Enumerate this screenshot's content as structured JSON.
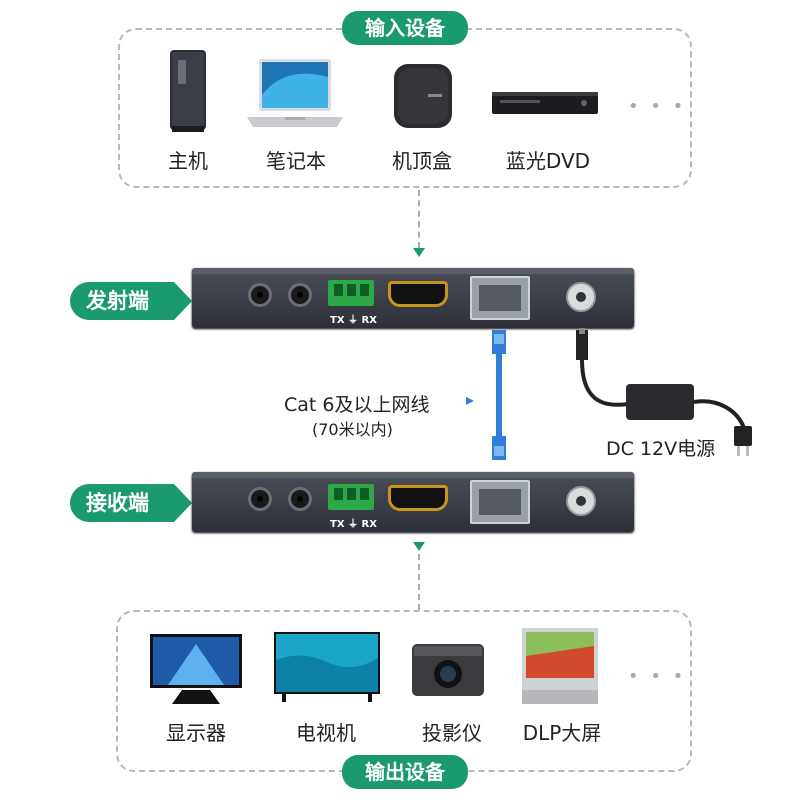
{
  "input_group": {
    "title": "输入设备",
    "devices": [
      {
        "label": "主机",
        "icon": "pc-tower-icon"
      },
      {
        "label": "笔记本",
        "icon": "laptop-icon"
      },
      {
        "label": "机顶盒",
        "icon": "settop-box-icon"
      },
      {
        "label": "蓝光DVD",
        "icon": "bluray-dvd-icon"
      }
    ],
    "more": "• • •"
  },
  "transmitter": {
    "tag": "发射端",
    "terminal_label": "TX ⏚ RX"
  },
  "receiver": {
    "tag": "接收端",
    "terminal_label": "TX ⏚ RX"
  },
  "cable": {
    "label": "Cat 6及以上网线",
    "sub": "(70米以内)",
    "arrow": "▸"
  },
  "power": {
    "label": "DC 12V电源"
  },
  "output_group": {
    "title": "输出设备",
    "devices": [
      {
        "label": "显示器",
        "icon": "monitor-icon"
      },
      {
        "label": "电视机",
        "icon": "tv-icon"
      },
      {
        "label": "投影仪",
        "icon": "projector-icon"
      },
      {
        "label": "DLP大屏",
        "icon": "dlp-screen-icon"
      }
    ],
    "more": "• • •"
  },
  "colors": {
    "accent": "#1a9a6e",
    "cable": "#2f7fd9"
  }
}
